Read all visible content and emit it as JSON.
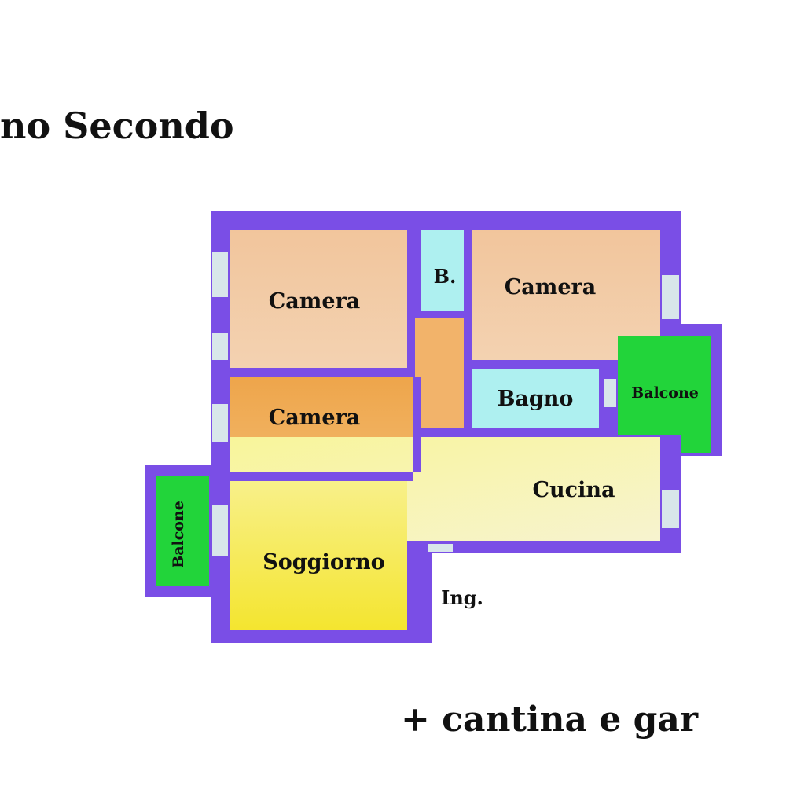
{
  "title": "no Secondo",
  "footer": "+ cantina e gar",
  "colors": {
    "wall": "#7a4ee6",
    "camera_light": "#f3c79e",
    "camera_dark": "#f0b25a",
    "corridor": "#f2b36a",
    "bathroom": "#aef0f0",
    "kitchen_living": "#f6f48e",
    "balcony": "#22d43a",
    "window": "#d8e6ea"
  },
  "rooms": {
    "camera_top_left": "Camera",
    "bath_small": "B.",
    "camera_top_right": "Camera",
    "camera_mid_left": "Camera",
    "bagno": "Bagno",
    "balcone_right": "Balcone",
    "cucina": "Cucina",
    "soggiorno": "Soggiorno",
    "balcone_left": "Balcone",
    "ingresso": "Ing."
  }
}
